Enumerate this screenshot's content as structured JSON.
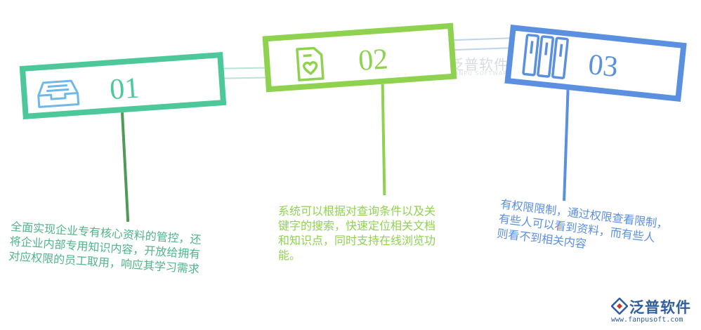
{
  "steps": [
    {
      "number": "01",
      "color": "#4cc89a",
      "stem_color": "#4f9a57",
      "icon": "inbox-tray-icon",
      "description": "全面实现企业专有核心资料的管控，还\n将企业内部专用知识内容，开放给拥有\n对应权限的员工取用，响应其学习需求"
    },
    {
      "number": "02",
      "color": "#8fd24f",
      "stem_color": "#8fd24f",
      "icon": "clipboard-heart-icon",
      "description": "系统可以根据对查询条件以及关\n键字的搜索，快速定位相关文档\n和知识点，同时支持在线浏览功\n能。"
    },
    {
      "number": "03",
      "color": "#5b8fe0",
      "stem_color": "#5b8fe0",
      "icon": "binders-icon",
      "description": "有权限限制，通过权限查看限制，\n有些人可以看到资料，而有些人\n则看不到相关内容"
    }
  ],
  "watermark": {
    "cn": "泛普软件",
    "en": "FANPU SOFTWARE"
  },
  "logo": {
    "cn": "泛普软件",
    "url": "www.fanpusoft.com",
    "color": "#2f5d9e"
  }
}
